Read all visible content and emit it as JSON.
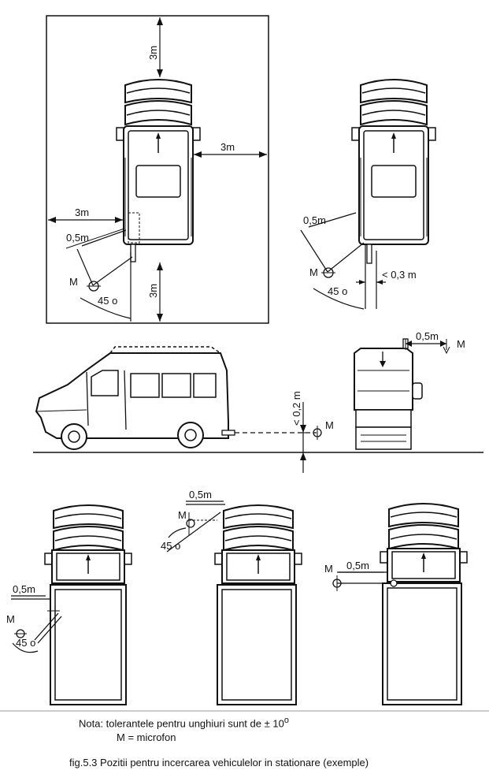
{
  "labels": {
    "d3m": "3m",
    "d05m": "0,5m",
    "a45": "45 o",
    "mic": "M",
    "lt03": "< 0,3 m",
    "lt02": "< 0,2 m"
  },
  "note": {
    "line1": "Nota: tolerantele pentru unghiuri sunt de ± 10",
    "line1_sup": "o",
    "line2": "M = microfon"
  },
  "caption": "fig.5.3  Pozitii pentru incercarea vehiculelor in stationare (exemple)"
}
